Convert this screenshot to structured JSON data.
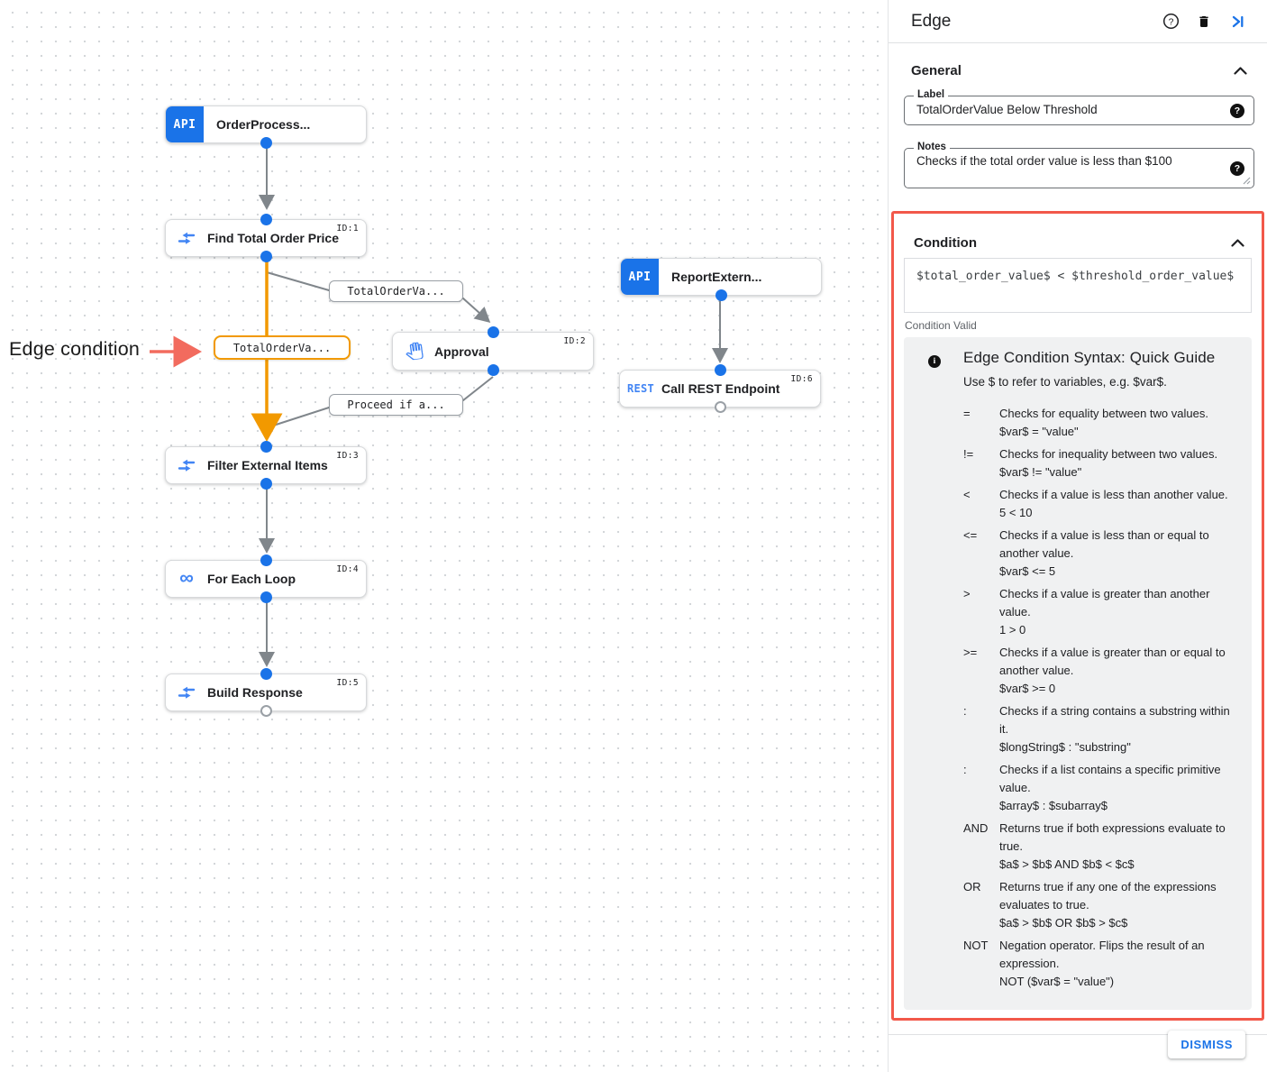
{
  "canvas": {
    "annotation": {
      "label": "Edge condition"
    },
    "nodes": [
      {
        "title": "OrderProcess...",
        "badge": "API"
      },
      {
        "title": "Find Total Order Price",
        "id": "ID:1"
      },
      {
        "title": "ReportExtern...",
        "badge": "API"
      },
      {
        "title": "Approval",
        "id": "ID:2"
      },
      {
        "title": "Call REST Endpoint",
        "id": "ID:6",
        "icon_text": "REST"
      },
      {
        "title": "Filter External Items",
        "id": "ID:3"
      },
      {
        "title": "For Each Loop",
        "id": "ID:4",
        "icon_text": "∞"
      },
      {
        "title": "Build Response",
        "id": "ID:5"
      }
    ],
    "edge_labels": {
      "branch_to_approval": "TotalOrderVa...",
      "selected_edge": "TotalOrderVa...",
      "from_approval": "Proceed if a..."
    }
  },
  "panel": {
    "title": "Edge",
    "general": {
      "section_title": "General",
      "label_field": {
        "label": "Label",
        "value": "TotalOrderValue Below Threshold",
        "help_glyph": "?"
      },
      "notes_field": {
        "label": "Notes",
        "value": "Checks if the total order value is less than $100",
        "help_glyph": "?"
      }
    },
    "condition": {
      "section_title": "Condition",
      "expression": "$total_order_value$ < $threshold_order_value$",
      "status": "Condition Valid",
      "guide": {
        "info_glyph": "i",
        "title": "Edge Condition Syntax: Quick Guide",
        "intro": "Use $ to refer to variables, e.g. $var$.",
        "rows": [
          {
            "op": "=",
            "desc": "Checks for equality between two values.",
            "example": "$var$ = \"value\""
          },
          {
            "op": "!=",
            "desc": "Checks for inequality between two values.",
            "example": "$var$ != \"value\""
          },
          {
            "op": "<",
            "desc": "Checks if a value is less than another value.",
            "example": "5 < 10"
          },
          {
            "op": "<=",
            "desc": "Checks if a value is less than or equal to another value.",
            "example": "$var$ <= 5"
          },
          {
            "op": ">",
            "desc": "Checks if a value is greater than another value.",
            "example": "1 > 0"
          },
          {
            "op": ">=",
            "desc": "Checks if a value is greater than or equal to another value.",
            "example": "$var$ >= 0"
          },
          {
            "op": ":",
            "desc": "Checks if a string contains a substring within it.",
            "example": "$longString$ : \"substring\""
          },
          {
            "op": ":",
            "desc": "Checks if a list contains a specific primitive value.",
            "example": "$array$ : $subarray$"
          },
          {
            "op": "AND",
            "desc": "Returns true if both expressions evaluate to true.",
            "example": "$a$ > $b$ AND $b$ < $c$"
          },
          {
            "op": "OR",
            "desc": "Returns true if any one of the expressions evaluates to true.",
            "example": "$a$ > $b$ OR $b$ > $c$"
          },
          {
            "op": "NOT",
            "desc": "Negation operator. Flips the result of an expression.",
            "example": "NOT ($var$ = \"value\")"
          }
        ]
      }
    },
    "dismiss_label": "DISMISS"
  },
  "colors": {
    "accent_blue": "#1a73e8",
    "icon_blue": "#4285f4",
    "edge_orange": "#f29900",
    "edge_gray": "#80868b",
    "highlight_red": "#f2584a",
    "guide_bg": "#f0f1f2"
  }
}
